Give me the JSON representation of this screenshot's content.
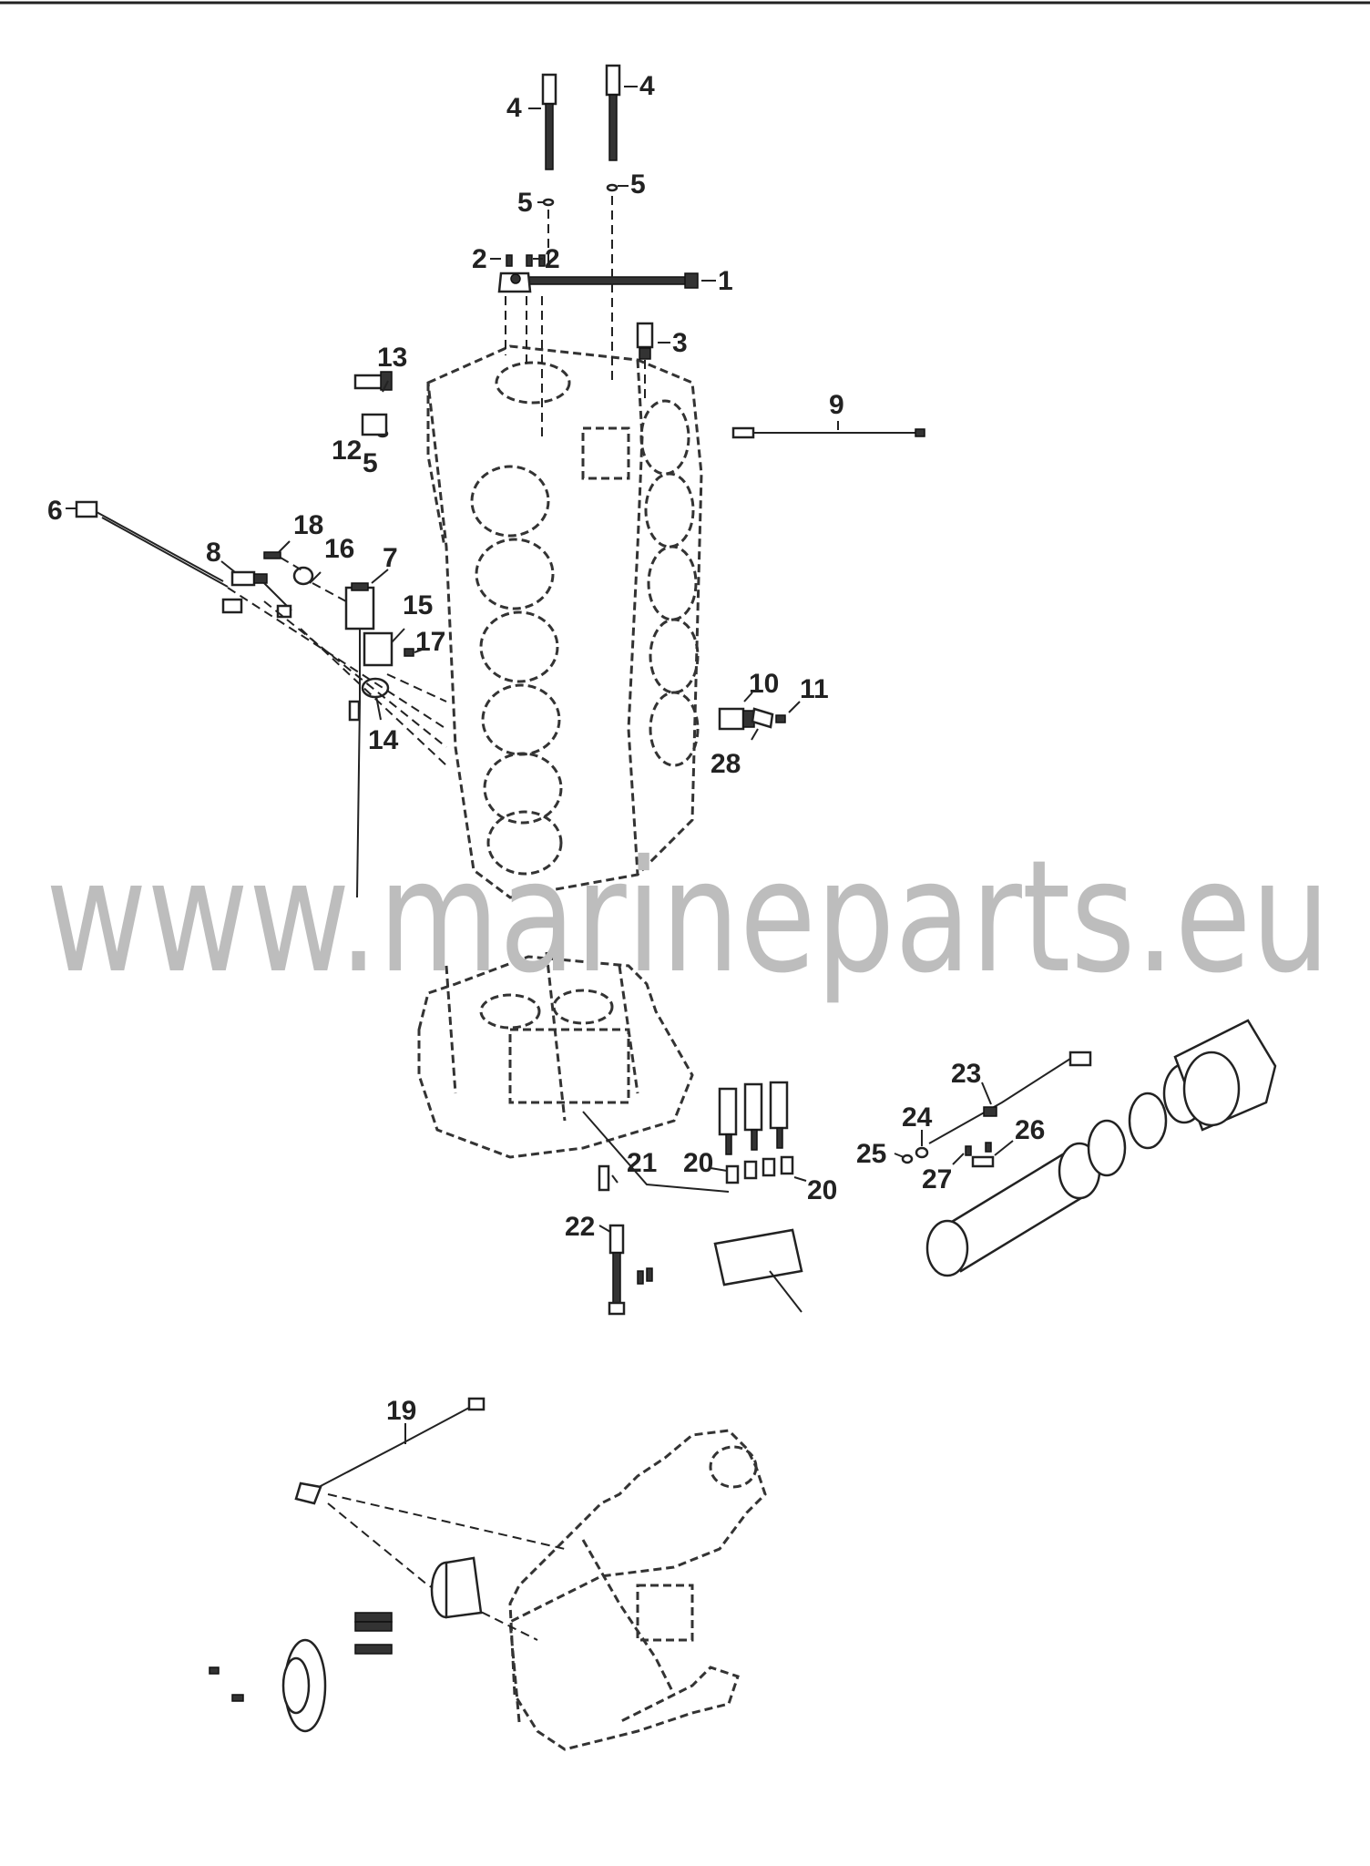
{
  "watermark": "www.marineparts.eu",
  "callouts": [
    "1",
    "2",
    "2",
    "3",
    "4",
    "4",
    "5",
    "5",
    "5",
    "6",
    "7",
    "8",
    "9",
    "10",
    "11",
    "12",
    "13",
    "14",
    "15",
    "16",
    "17",
    "18",
    "19",
    "20",
    "20",
    "21",
    "22",
    "23",
    "24",
    "25",
    "26",
    "27",
    "28"
  ],
  "colors": {
    "ink": "#222222",
    "watermark": "#bdbdbd",
    "background": "#ffffff"
  }
}
